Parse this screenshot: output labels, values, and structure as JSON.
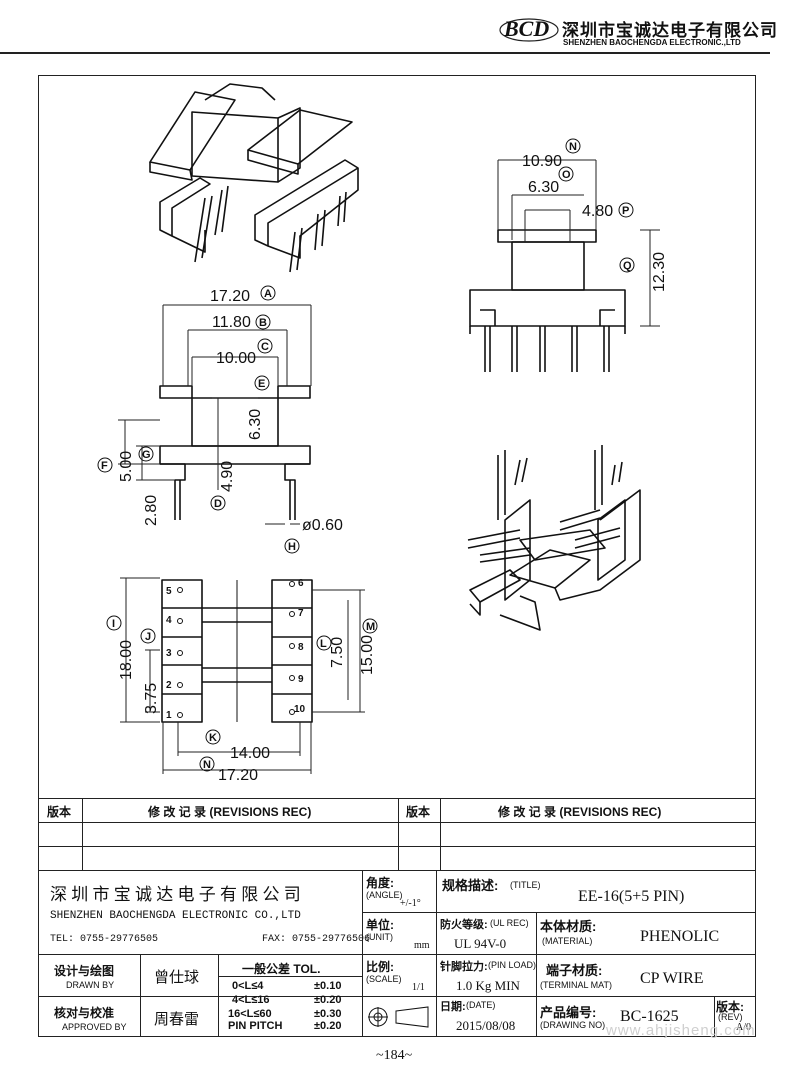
{
  "header": {
    "logo": "BCD",
    "company_cn": "深圳市宝诚达电子有限公司",
    "company_en": "SHENZHEN BAOCHENGDA ELECTRONIC.,LTD"
  },
  "drawing": {
    "dims": {
      "d1090": "10.90",
      "d630": "6.30",
      "d480": "4.80",
      "d1230": "12.30",
      "d1720": "17.20",
      "d1180": "11.80",
      "d1000": "10.00",
      "d630b": "6.30",
      "d500": "5.00",
      "d280": "2.80",
      "d490": "4.90",
      "d060": "ø0.60",
      "d1800": "18.00",
      "d375": "3.75",
      "d750": "7.50",
      "d1500": "15.00",
      "d1400": "14.00",
      "d1720b": "17.20"
    },
    "labels": {
      "A": "A",
      "B": "B",
      "C": "C",
      "D": "D",
      "E": "E",
      "F": "F",
      "G": "G",
      "H": "H",
      "I": "I",
      "J": "J",
      "K": "K",
      "L": "L",
      "M": "M",
      "N": "N",
      "O": "O",
      "P": "P",
      "Q": "Q"
    },
    "pins": {
      "p1": "1",
      "p2": "2",
      "p3": "3",
      "p4": "4",
      "p5": "5",
      "p6": "6",
      "p7": "7",
      "p8": "8",
      "p9": "9",
      "p10": "10"
    }
  },
  "revisions": {
    "rev_label_cn": "版本",
    "rev_title": "修 改 记 录  (REVISIONS REC)",
    "rev_label_cn2": "版本",
    "rev_title2": "修 改 记 录  (REVISIONS REC)"
  },
  "title_block": {
    "company_cn": "深 圳 市 宝 诚 达 电 子 有 限 公 司",
    "company_en": "SHENZHEN BAOCHENGDA ELECTRONIC CO.,LTD",
    "tel": "TEL: 0755-29776505",
    "fax": "FAX: 0755-29776506",
    "angle_label": "角度:",
    "angle_en": "(ANGLE)",
    "angle_value": "+/-1°",
    "unit_label": "单位:",
    "unit_en": "(UNIT)",
    "unit_value": "mm",
    "scale_label": "比例:",
    "scale_en": "(SCALE)",
    "scale_value": "1/1",
    "title_label": "规格描述:",
    "title_en": "(TITLE)",
    "title_value": "EE-16(5+5 PIN)",
    "ul_label": "防火等级:",
    "ul_en": "(UL REC)",
    "ul_value": "UL 94V-0",
    "material_label": "本体材质:",
    "material_en": "(MATERIAL)",
    "material_value": "PHENOLIC",
    "pinload_label": "针脚拉力:",
    "pinload_en": "(PIN LOAD)",
    "pinload_value": "1.0 Kg MIN",
    "terminal_label": "端子材质:",
    "terminal_en": "(TERMINAL MAT)",
    "terminal_value": "CP WIRE",
    "date_label": "日期:",
    "date_en": "(DATE)",
    "date_value": "2015/08/08",
    "drawing_no_label": "产品编号:",
    "drawing_no_en": "(DRAWING NO)",
    "drawing_no_value": "BC-1625",
    "rev_label": "版本:",
    "rev_en": "(REV)",
    "rev_value": "A/0",
    "drawn_label": "设计与绘图",
    "drawn_en": "DRAWN BY",
    "drawn_value": "曾仕球",
    "approved_label": "核对与校准",
    "approved_en": "APPROVED BY",
    "approved_value": "周春雷",
    "tol_title": "一般公差 TOL.",
    "tol_rows": [
      {
        "range": "0<L≤4",
        "tol": "±0.10"
      },
      {
        "range": "4<L≤16",
        "tol": "±0.20"
      },
      {
        "range": "16<L≤60",
        "tol": "±0.30"
      },
      {
        "range": "PIN PITCH",
        "tol": "±0.20"
      }
    ]
  },
  "watermark": "www.ahjisheng.com",
  "page_number": "~184~"
}
